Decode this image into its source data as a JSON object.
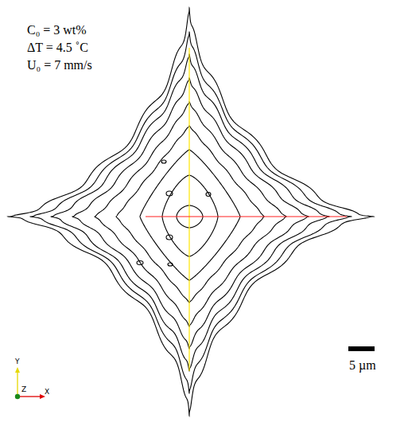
{
  "diagram": {
    "labels": [
      "C₀ = 3 wt%",
      "ΔT = 4.5 ˚C",
      "U₀ = 7 mm/s",
      "5 µm",
      "Y",
      "Z",
      "X"
    ]
  }
}
